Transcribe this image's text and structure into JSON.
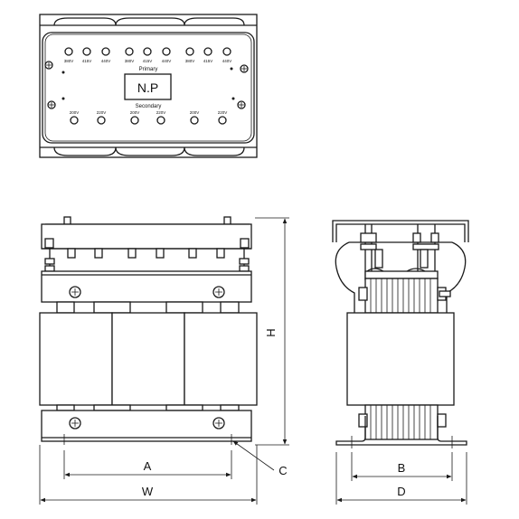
{
  "top_view": {
    "primary_label": "Primary",
    "secondary_label": "Secondary",
    "nameplate": "N.P",
    "primary_terminals": [
      "380V",
      "415V",
      "440V",
      "380V",
      "415V",
      "440V",
      "380V",
      "415V",
      "440V"
    ],
    "secondary_terminals": [
      "200V",
      "220V",
      "200V",
      "220V",
      "200V",
      "220V"
    ]
  },
  "dimensions": {
    "A": "A",
    "W": "W",
    "H": "H",
    "C": "C",
    "B": "B",
    "D": "D"
  }
}
